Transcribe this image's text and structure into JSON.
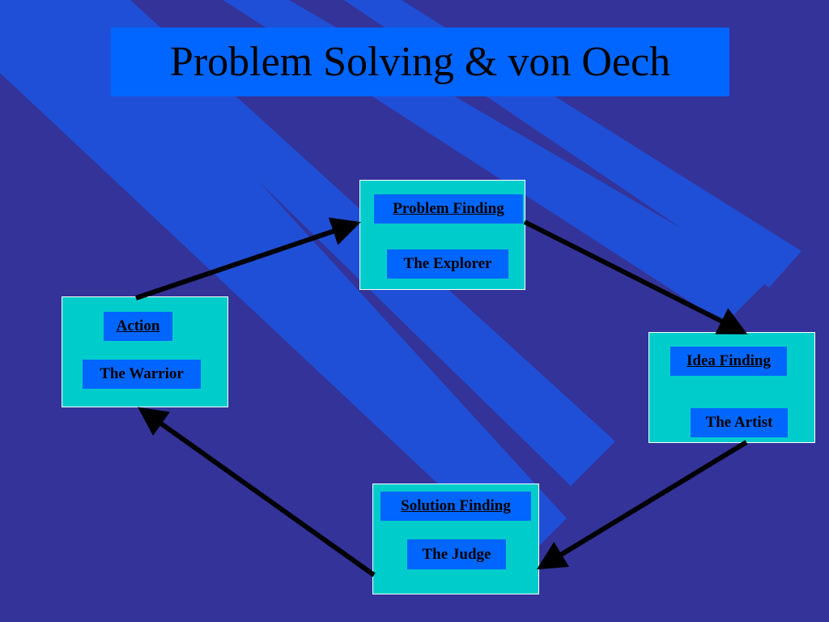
{
  "slide": {
    "title": "Problem Solving & von Oech",
    "colors": {
      "background": "#333399",
      "stripe": "#1f4fd6",
      "title_box": "#0066ff",
      "node_fill": "#00cccc",
      "label_fill": "#0066ff",
      "arrow": "#000000"
    }
  },
  "nodes": {
    "problem_finding": {
      "heading": "Problem Finding",
      "role": "The Explorer"
    },
    "idea_finding": {
      "heading": "Idea Finding",
      "role": "The Artist"
    },
    "solution_finding": {
      "heading": "Solution Finding",
      "role": "The Judge"
    },
    "action": {
      "heading": "Action",
      "role": "The Warrior"
    }
  },
  "edges": [
    {
      "from": "action",
      "to": "problem_finding"
    },
    {
      "from": "problem_finding",
      "to": "idea_finding"
    },
    {
      "from": "idea_finding",
      "to": "solution_finding"
    },
    {
      "from": "solution_finding",
      "to": "action"
    }
  ]
}
